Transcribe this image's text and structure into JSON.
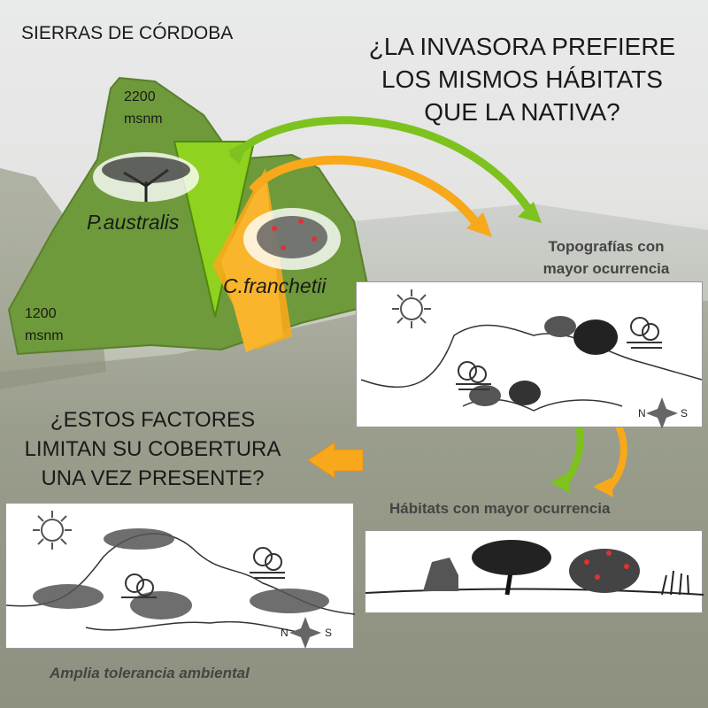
{
  "title_region": "SIERRAS DE CÓRDOBA",
  "question1": [
    "¿LA INVASORA PREFIERE",
    "LOS MISMOS HÁBITATS",
    "QUE LA NATIVA?"
  ],
  "elevation_high": [
    "2200",
    "msnm"
  ],
  "elevation_low": [
    "1200",
    "msnm"
  ],
  "species_native": "P.australis",
  "species_invasive": "C.franchetii",
  "topography_label": [
    "Topografías con",
    "mayor ocurrencia"
  ],
  "habitat_label": "Hábitats con mayor ocurrencia",
  "question2": [
    "¿ESTOS FACTORES",
    "LIMITAN SU COBERTURA",
    "UNA VEZ PRESENTE?"
  ],
  "tolerance_label": "Amplia tolerancia ambiental",
  "compass": {
    "north": "N",
    "south": "S"
  },
  "colors": {
    "native": "#7dc21e",
    "invasive": "#f7a81b",
    "mountain": "#6f9a3a"
  }
}
